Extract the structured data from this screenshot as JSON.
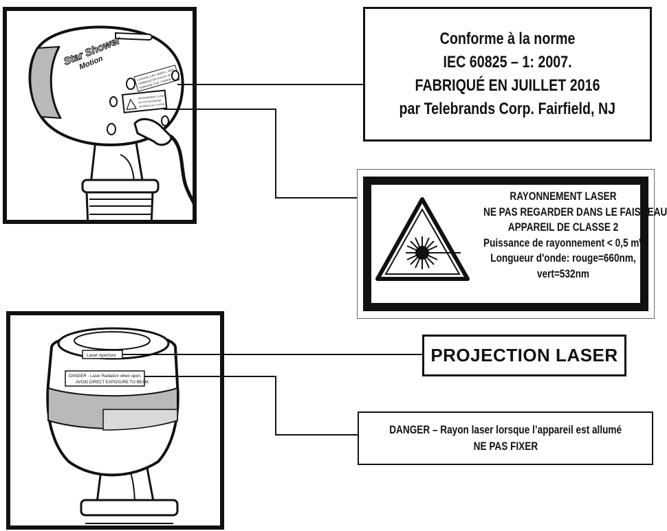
{
  "product_top": {
    "brand_logo_line1": "Star Shower",
    "brand_logo_line2": "Motion",
    "sticker_line1": "Conforme à IEC 60825-1: 2007",
    "sticker_line2": "FABRIQUÉ EN JUILLET 2016",
    "sticker_line3": "Telebrands Corp., Fairfield, NJ",
    "mini_label_line1": "RAYONNEMENT LASER",
    "mini_label_line2": "NE PAS REGARDER",
    "mini_label_line3": "APPAREIL DE CLASSE 2"
  },
  "product_bottom": {
    "aperture_label": "Laser Aperture",
    "danger_sticker_line1": "DANGER - Laser Radiation when open.",
    "danger_sticker_line2": "AVOID DIRECT EXPOSURE TO BEAM."
  },
  "certification": {
    "line1": "Conforme à la norme",
    "line2": "IEC 60825 – 1: 2007.",
    "line3": "FABRIQUÉ EN JUILLET 2016",
    "line4": "par Telebrands Corp. Fairfield, NJ"
  },
  "laser_warning": {
    "line1": "RAYONNEMENT LASER",
    "line2": "NE PAS REGARDER DANS LE FAISCEAU",
    "line3": "APPAREIL DE CLASSE 2",
    "line4": "Puissance de rayonnement < 0,5 mW",
    "line5": "Longueur d'onde: rouge=660nm,",
    "line6": "vert=532nm"
  },
  "projection": {
    "label": "PROJECTION LASER"
  },
  "danger": {
    "line1": "DANGER – Rayon laser lorsque l’appareil est allumé",
    "line2": "NE PAS FIXER"
  },
  "colors": {
    "ink": "#111111",
    "band_gray": "#b9b9b9",
    "shade_gray": "#d9d9d9"
  }
}
